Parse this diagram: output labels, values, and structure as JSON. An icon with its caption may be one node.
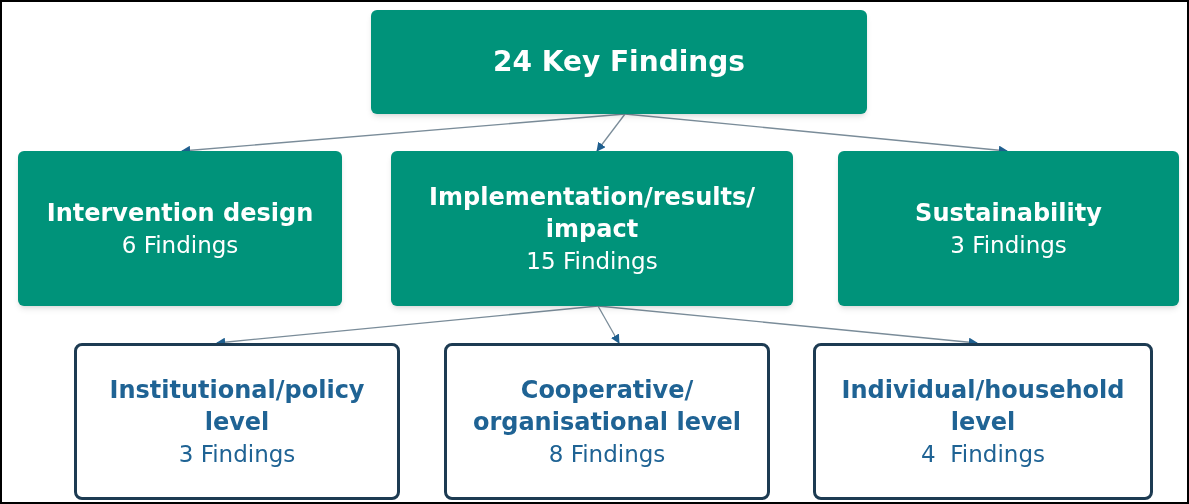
{
  "diagram": {
    "nodes": [
      {
        "text": [
          "24 Key Findings"
        ]
      },
      {
        "text": [
          "Intervention design",
          "6 Findings"
        ]
      },
      {
        "text": [
          "Implementation/results/ impact",
          "15 Findings"
        ]
      },
      {
        "text": [
          "Sustainability",
          "3 Findings"
        ]
      },
      {
        "text": [
          "Institutional/policy level",
          "3 Findings"
        ]
      },
      {
        "text": [
          "Cooperative/ organisational level",
          "8 Findings"
        ]
      },
      {
        "text": [
          "Individual/household level",
          "4  Findings"
        ]
      }
    ],
    "edges": [
      {
        "from": 0,
        "to": 1,
        "arrow": "to"
      },
      {
        "from": 0,
        "to": 2,
        "arrow": "to"
      },
      {
        "from": 0,
        "to": 3,
        "arrow": "to"
      },
      {
        "from": 2,
        "to": 4,
        "arrow": "to"
      },
      {
        "from": 2,
        "to": 5,
        "arrow": "to"
      },
      {
        "from": 2,
        "to": 6,
        "arrow": "to"
      }
    ]
  }
}
